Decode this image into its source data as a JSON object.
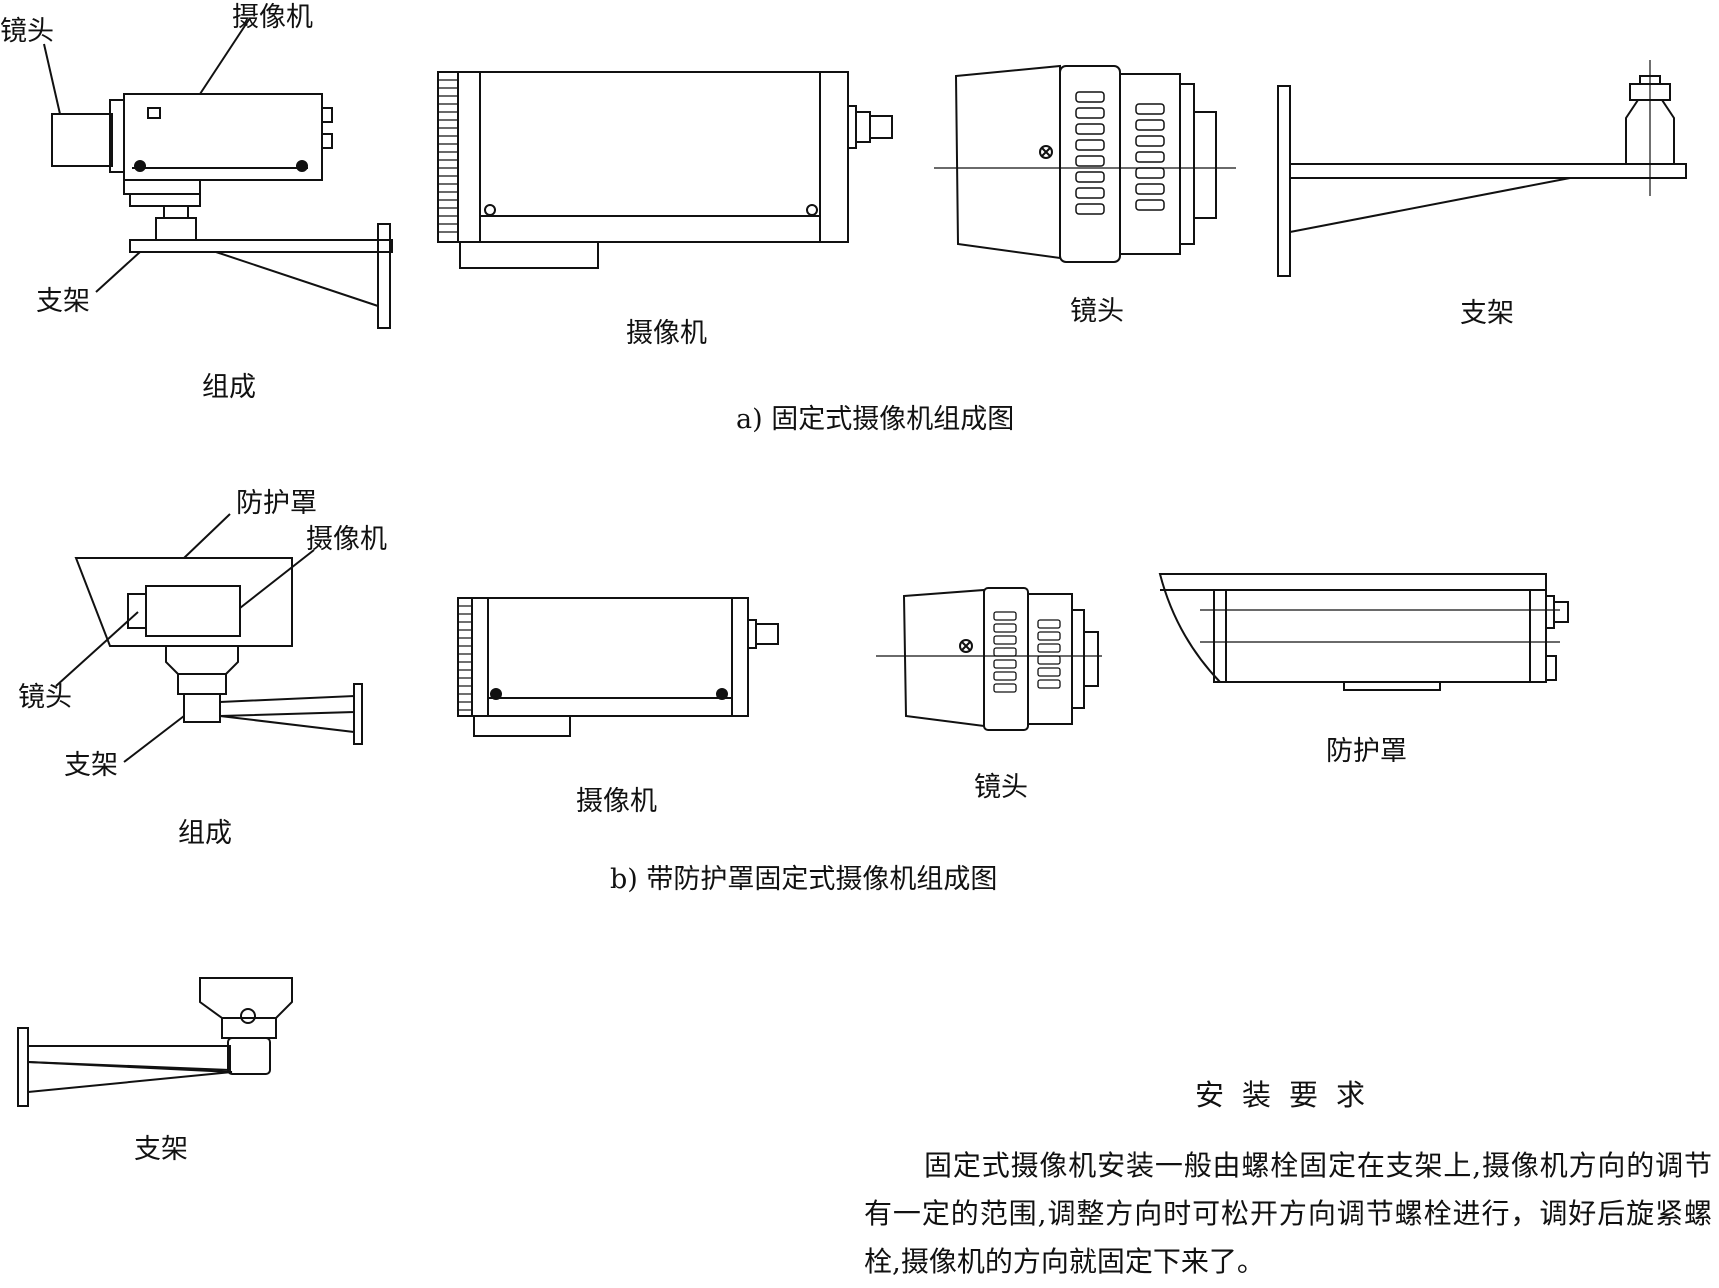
{
  "section_a": {
    "callouts": {
      "lens": "镜头",
      "camera": "摄像机",
      "bracket": "支架"
    },
    "part_labels": {
      "assembly": "组成",
      "camera": "摄像机",
      "lens": "镜头",
      "bracket": "支架"
    },
    "caption": "a) 固定式摄像机组成图"
  },
  "section_b": {
    "callouts": {
      "housing": "防护罩",
      "camera": "摄像机",
      "lens": "镜头",
      "bracket": "支架"
    },
    "part_labels": {
      "assembly": "组成",
      "camera": "摄像机",
      "lens": "镜头",
      "housing": "防护罩"
    },
    "caption": "b) 带防护罩固定式摄像机组成图"
  },
  "section_c": {
    "bracket_label": "支架"
  },
  "requirements": {
    "title": "安装要求",
    "body": "固定式摄像机安装一般由螺栓固定在支架上,摄像机方向的调节有一定的范围,调整方向时可松开方向调节螺栓进行，调好后旋紧螺栓,摄像机的方向就固定下来了。"
  }
}
